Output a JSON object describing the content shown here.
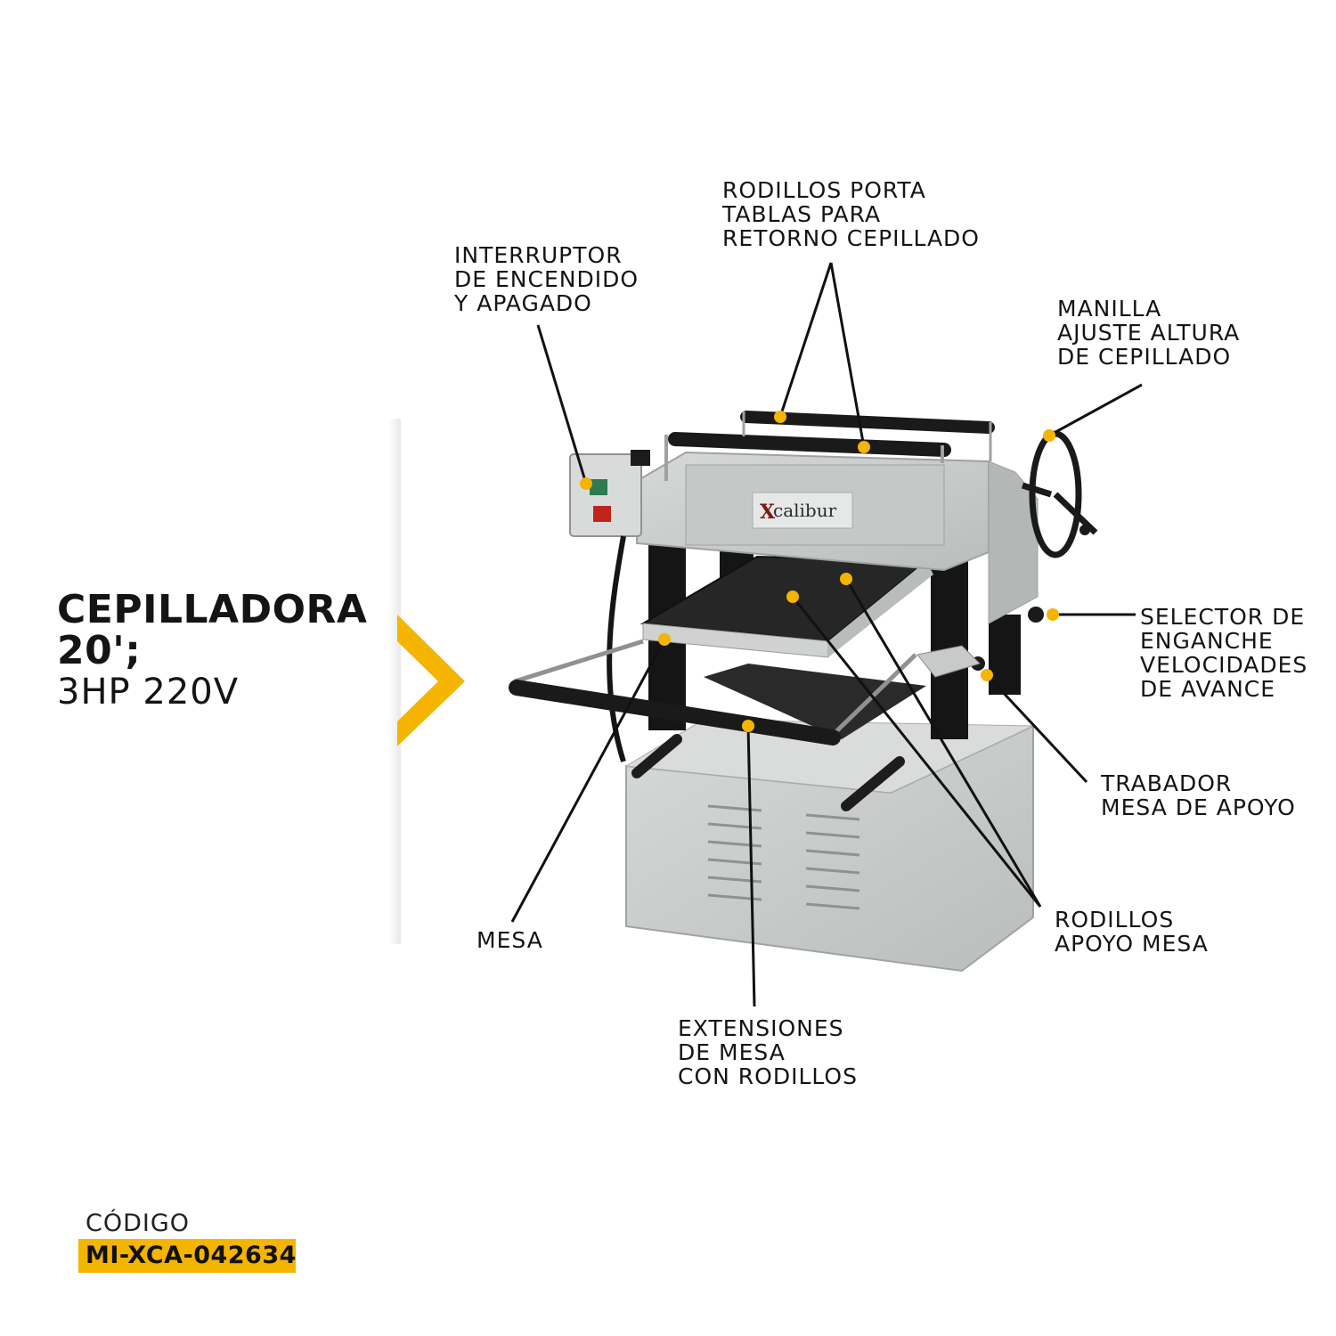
{
  "title": {
    "line1": "CEPILLADORA",
    "line2": "20';",
    "line3": "3HP 220V"
  },
  "brand_logo_text": "calibur",
  "callouts": {
    "interruptor": "INTERRUPTOR\nDE ENCENDIDO\nY APAGADO",
    "rodillos_porta": "RODILLOS PORTA\nTABLAS PARA\nRETORNO CEPILLADO",
    "manilla": "MANILLA\nAJUSTE ALTURA\nDE CEPILLADO",
    "selector": "SELECTOR DE\nENGANCHE\nVELOCIDADES\nDE AVANCE",
    "trabador": "TRABADOR\nMESA DE APOYO",
    "rodillos_apoyo": "RODILLOS\nAPOYO MESA",
    "mesa": "MESA",
    "extensiones": "EXTENSIONES\nDE MESA\nCON RODILLOS"
  },
  "code": {
    "label": "CÓDIGO",
    "value": "MI-XCA-042634"
  },
  "colors": {
    "accent": "#f4b400",
    "machine_body": "#c9cdcb",
    "dark": "#1a1a1a"
  }
}
